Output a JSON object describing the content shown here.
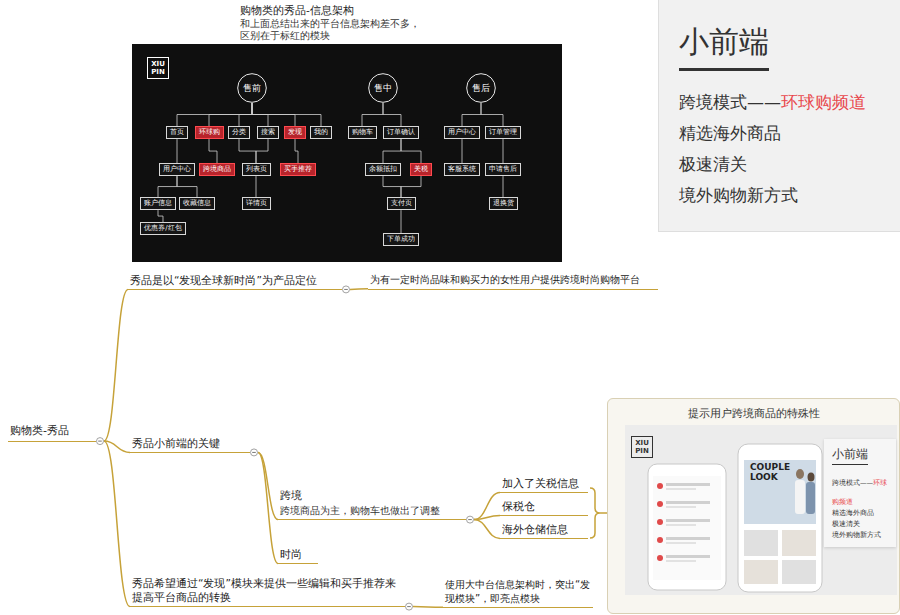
{
  "diagram": {
    "title": "购物类的秀品-信息架构",
    "nodes": [
      {
        "text": [
          "售前"
        ]
      },
      {
        "text": [
          "售中"
        ]
      },
      {
        "text": [
          "售后"
        ]
      },
      {
        "text": [
          "首页"
        ]
      },
      {
        "text": [
          "环球购"
        ]
      },
      {
        "text": [
          "分类"
        ]
      },
      {
        "text": [
          "搜索"
        ]
      },
      {
        "text": [
          "发现"
        ]
      },
      {
        "text": [
          "我的"
        ]
      },
      {
        "text": [
          "用户中心"
        ]
      },
      {
        "text": [
          "跨境商品"
        ]
      },
      {
        "text": [
          "列表页"
        ]
      },
      {
        "text": [
          "买手推荐"
        ]
      },
      {
        "text": [
          "账户信息"
        ]
      },
      {
        "text": [
          "收藏信息"
        ]
      },
      {
        "text": [
          "详情页"
        ]
      },
      {
        "text": [
          "优惠券/红包"
        ]
      },
      {
        "text": [
          "购物车"
        ]
      },
      {
        "text": [
          "订单确认"
        ]
      },
      {
        "text": [
          "余额抵扣"
        ]
      },
      {
        "text": [
          "关税"
        ]
      },
      {
        "text": [
          "支付页"
        ]
      },
      {
        "text": [
          "下单成功"
        ]
      },
      {
        "text": [
          "用户中心"
        ]
      },
      {
        "text": [
          "订单管理"
        ]
      },
      {
        "text": [
          "客服系统"
        ]
      },
      {
        "text": [
          "申请售后"
        ]
      },
      {
        "text": [
          "退换货"
        ]
      },
      {
        "text": [
          "小前端",
          "跨境模式——",
          "环球购频道",
          "精选海外商品",
          "极速清关",
          "境外购物新方式"
        ]
      },
      {
        "text": [
          "购物类-秀品"
        ]
      },
      {
        "text": [
          "秀品是以“发现全球新时尚”为产品定位"
        ]
      },
      {
        "text": [
          "为有一定时尚品味和购买力的女性用户提供跨境时尚购物平台"
        ]
      },
      {
        "text": [
          "秀品小前端的关键"
        ]
      },
      {
        "text": [
          "跨境",
          "跨境商品为主，购物车也做出了调整"
        ]
      },
      {
        "text": [
          "加入了关税信息"
        ]
      },
      {
        "text": [
          "保税仓"
        ]
      },
      {
        "text": [
          "海外仓储信息"
        ]
      },
      {
        "text": [
          "时尚"
        ]
      },
      {
        "text": [
          "提示用户跨境商品的特殊性"
        ]
      },
      {
        "text": [
          "小前端",
          "跨境模式——",
          "环球购频道",
          "精选海外商品",
          "极速清关",
          "境外购物新方式"
        ],
        "in": 38
      },
      {
        "text": [
          "秀品希望通过“发现”模块来提供一些编辑和买手推荐来提高平台商品的转换"
        ]
      },
      {
        "text": [
          "使用大中台信息架构时，突出“发现模块”，即亮点模块"
        ]
      }
    ],
    "edges": [
      {
        "from": 0,
        "to": 3,
        "arrow": "none"
      },
      {
        "from": 0,
        "to": 4,
        "arrow": "none"
      },
      {
        "from": 0,
        "to": 5,
        "arrow": "none"
      },
      {
        "from": 0,
        "to": 6,
        "arrow": "none"
      },
      {
        "from": 0,
        "to": 7,
        "arrow": "none"
      },
      {
        "from": 0,
        "to": 8,
        "arrow": "none"
      },
      {
        "from": 3,
        "to": 9,
        "arrow": "none"
      },
      {
        "from": 4,
        "to": 10,
        "arrow": "none"
      },
      {
        "from": 5,
        "to": 11,
        "arrow": "none"
      },
      {
        "from": 6,
        "to": 11,
        "arrow": "none"
      },
      {
        "from": 7,
        "to": 12,
        "arrow": "none"
      },
      {
        "from": 9,
        "to": 13,
        "arrow": "none"
      },
      {
        "from": 9,
        "to": 14,
        "arrow": "none"
      },
      {
        "from": 11,
        "to": 15,
        "arrow": "none"
      },
      {
        "from": 13,
        "to": 16,
        "arrow": "none"
      },
      {
        "from": 1,
        "to": 17,
        "arrow": "none"
      },
      {
        "from": 1,
        "to": 18,
        "arrow": "none"
      },
      {
        "from": 18,
        "to": 19,
        "arrow": "none"
      },
      {
        "from": 18,
        "to": 20,
        "arrow": "none"
      },
      {
        "from": 19,
        "to": 21,
        "arrow": "none"
      },
      {
        "from": 20,
        "to": 21,
        "arrow": "none"
      },
      {
        "from": 21,
        "to": 22,
        "arrow": "none"
      },
      {
        "from": 2,
        "to": 23,
        "arrow": "none"
      },
      {
        "from": 2,
        "to": 24,
        "arrow": "none"
      },
      {
        "from": 23,
        "to": 25,
        "arrow": "none"
      },
      {
        "from": 24,
        "to": 26,
        "arrow": "none"
      },
      {
        "from": 26,
        "to": 27,
        "arrow": "none"
      },
      {
        "from": 29,
        "to": 30,
        "arrow": "none"
      },
      {
        "from": 30,
        "to": 31,
        "arrow": "none"
      },
      {
        "from": 29,
        "to": 32,
        "arrow": "none"
      },
      {
        "from": 32,
        "to": 33,
        "arrow": "none"
      },
      {
        "from": 32,
        "to": 37,
        "arrow": "none"
      },
      {
        "from": 33,
        "to": 34,
        "arrow": "none"
      },
      {
        "from": 33,
        "to": 35,
        "arrow": "none"
      },
      {
        "from": 33,
        "to": 36,
        "arrow": "none"
      },
      {
        "from": 29,
        "to": 40,
        "arrow": "none"
      },
      {
        "from": 40,
        "to": 41,
        "arrow": "none"
      }
    ],
    "labels": [
      "和上面总结出来的平台信息架构差不多，区别在于标红的模块",
      "XIU PIN",
      "XIU PIN",
      "COUPLE LOOK"
    ]
  }
}
